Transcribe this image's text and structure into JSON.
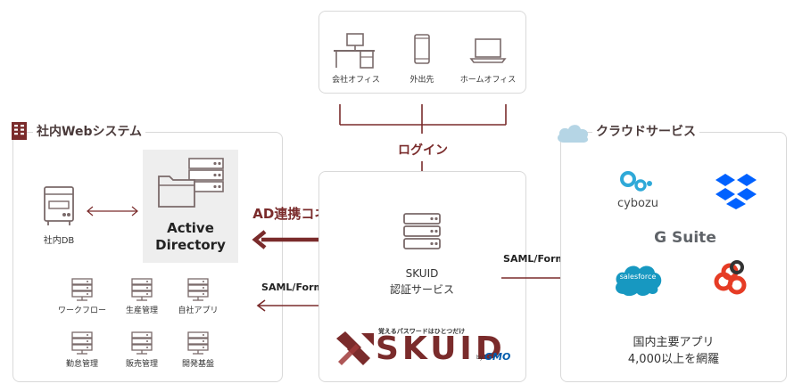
{
  "top_devices": {
    "office": "会社オフィス",
    "remote": "外出先",
    "home": "ホームオフィス"
  },
  "login_label": "ログイン",
  "left_panel": {
    "title": "社内Webシステム",
    "db_label": "社内DB",
    "ad_line1": "Active",
    "ad_line2": "Directory",
    "apps": [
      "ワークフロー",
      "生産管理",
      "自社アプリ",
      "勤怠管理",
      "販売管理",
      "開発基盤"
    ]
  },
  "ad_connector_label": "AD連携コネクタ",
  "saml_left_label": "SAML/Form認証",
  "center_panel": {
    "line1": "SKUID",
    "line2": "認証サービス",
    "logo_tagline": "覚えるパスワードはひとつだけ",
    "logo_text": "SKUID",
    "logo_by": "by",
    "logo_gmo": "GMO"
  },
  "saml_right_label": "SAML/Form認証",
  "right_panel": {
    "title": "クラウドサービス",
    "cybozu": "cybozu",
    "gsuite": "G Suite",
    "salesforce": "salesforce",
    "footer1": "国内主要アプリ",
    "footer2": "4,000以上を網羅"
  },
  "colors": {
    "maroon": "#7a2b2b",
    "icon": "#7a6a6a",
    "border": "#d9d9d9",
    "ad_bg": "#eeeeee",
    "salesforce": "#1798c1",
    "cybozu": "#2fa9d8",
    "dropbox": "#0061ff",
    "cloud": "#b5d5e5"
  }
}
